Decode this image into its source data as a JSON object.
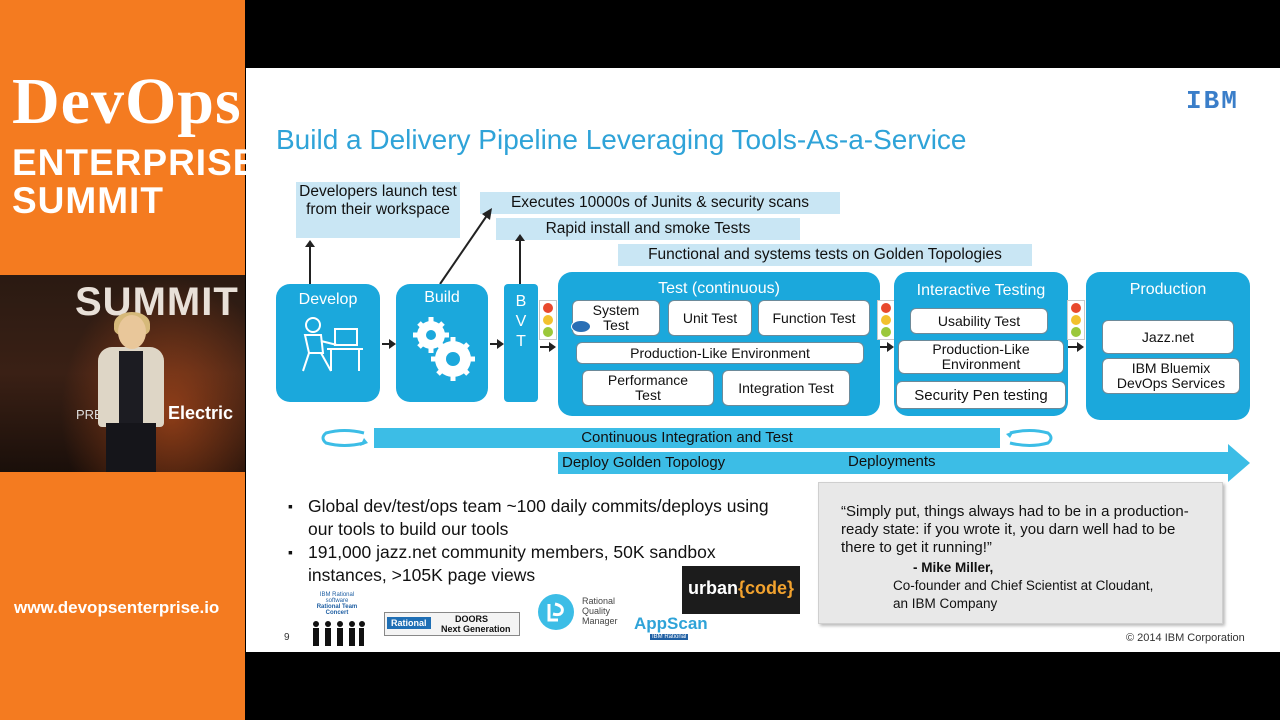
{
  "left": {
    "logo_line1": "DevOps",
    "logo_line2": "ENTERPRISE",
    "logo_line3": "SUMMIT",
    "stage_sign": "SUMMIT",
    "stage_sign_present": "PRESE",
    "stage_sign_electric": "Electric",
    "website": "www.devopsenterprise.io"
  },
  "slide": {
    "ibm_logo": "IBM",
    "title": "Build a Delivery Pipeline Leveraging Tools-As-a-Service",
    "notes": {
      "developers": "Developers launch test from their workspace",
      "executes": "Executes 10000s of Junits & security scans",
      "rapid": "Rapid install and smoke Tests",
      "functional": "Functional and systems tests on Golden Topologies"
    },
    "stages": {
      "develop": "Develop",
      "build": "Build",
      "bvt": "B V T",
      "test": "Test (continuous)",
      "interactive": "Interactive Testing",
      "production": "Production"
    },
    "test_boxes": {
      "system": "System Test",
      "unit": "Unit Test",
      "function": "Function Test",
      "prod_like": "Production-Like Environment",
      "performance": "Performance Test",
      "integration": "Integration Test"
    },
    "interactive_boxes": {
      "usability": "Usability Test",
      "prod_like": "Production-Like Environment",
      "security": "Security Pen testing"
    },
    "production_boxes": {
      "jazz": "Jazz.net",
      "bluemix": "IBM Bluemix DevOps Services"
    },
    "bars": {
      "ci": "Continuous Integration and Test",
      "deploy_golden": "Deploy Golden Topology",
      "deployments": "Deployments"
    },
    "bullets": [
      "Global dev/test/ops team ~100 daily commits/deploys using our tools to build our tools",
      "191,000 jazz.net community members, 50K sandbox instances, >105K page views"
    ],
    "quote": {
      "text": "“Simply put, things always had to be in a production-ready state: if you wrote it, you darn well had to be there to get it running!”",
      "author": "- Mike Miller,",
      "role": "Co-founder and Chief Scientist at Cloudant,",
      "company": "an IBM Company"
    },
    "logos": {
      "rtc_top": "IBM Rational software",
      "rtc_name": "Rational Team Concert",
      "doors_brand": "Rational",
      "doors_name": "DOORS",
      "doors_sub": "Next Generation",
      "rqm": "Rational Quality Manager",
      "appscan": "AppScan",
      "appscan_sub": "IBM Rational",
      "urbancode_a": "urban",
      "urbancode_b": "{code}"
    },
    "page_number": "9",
    "copyright": "© 2014 IBM Corporation"
  },
  "colors": {
    "orange": "#f47b20",
    "stage_blue": "#1ba8dc",
    "title_blue": "#2fa3d8",
    "note_blue": "#c9e6f4",
    "bar_blue": "#3cbde6"
  }
}
